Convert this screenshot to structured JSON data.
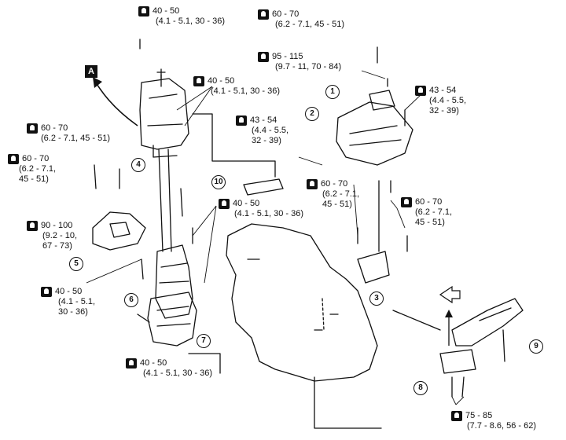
{
  "torque_specs": [
    {
      "line1": "40 - 50",
      "line2": "(4.1 - 5.1, 30 - 36)"
    },
    {
      "line1": "60 - 70",
      "line2": "(6.2 - 7.1, 45 - 51)"
    },
    {
      "line1": "95 - 115",
      "line2": "(9.7 - 11, 70 - 84)"
    },
    {
      "line1": "40 - 50",
      "line2": "(4.1 - 5.1, 30 - 36)"
    },
    {
      "line1": "43 - 54",
      "line2": "(4.4 - 5.5,",
      "line3": "32 - 39)"
    },
    {
      "line1": "43 - 54",
      "line2": "(4.4 - 5.5,",
      "line3": "32 - 39)"
    },
    {
      "line1": "60 - 70",
      "line2": "(6.2 - 7.1, 45 - 51)"
    },
    {
      "line1": "60 - 70",
      "line2": "(6.2 - 7.1,",
      "line3": "45 - 51)"
    },
    {
      "line1": "60 - 70",
      "line2": "(6.2 - 7.1,",
      "line3": "45 - 51)"
    },
    {
      "line1": "60 - 70",
      "line2": "(6.2 - 7.1,",
      "line3": "45 - 51)"
    },
    {
      "line1": "40 - 50",
      "line2": "(4.1 - 5.1, 30 - 36)"
    },
    {
      "line1": "90 - 100",
      "line2": "(9.2 - 10,",
      "line3": "67 - 73)"
    },
    {
      "line1": "40 - 50",
      "line2": "(4.1 - 5.1,",
      "line3": "30 - 36)"
    },
    {
      "line1": "40 - 50",
      "line2": "(4.1 - 5.1, 30 - 36)"
    },
    {
      "line1": "75 - 85",
      "line2": "(7.7 - 8.6, 56 - 62)"
    }
  ],
  "callouts": [
    "1",
    "2",
    "4",
    "10",
    "5",
    "6",
    "7",
    "3",
    "9",
    "8"
  ],
  "view_marker": "A",
  "colors": {
    "ink": "#111111",
    "paper": "#ffffff"
  }
}
